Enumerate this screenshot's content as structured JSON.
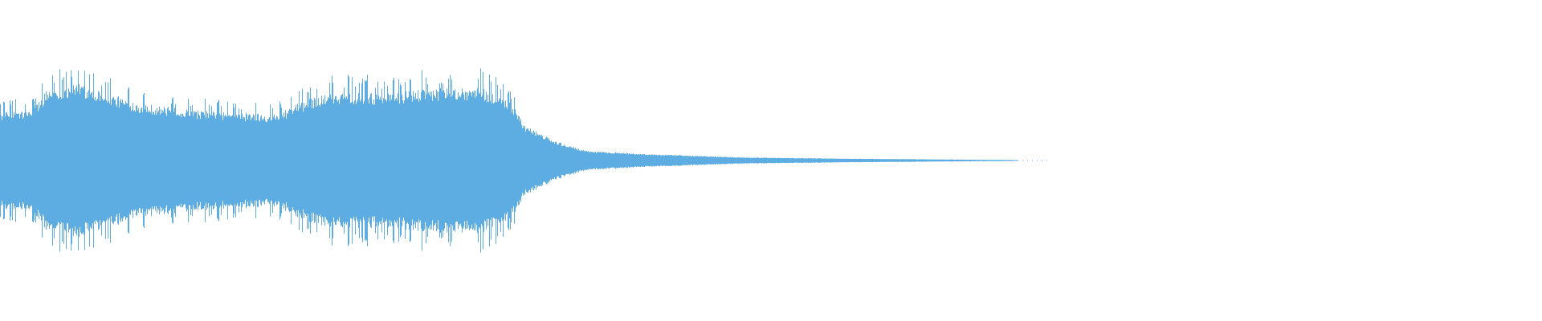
{
  "waveform": {
    "color": "#5DADE2",
    "background": "#FFFFFF",
    "active_fraction": 0.66,
    "amplitude_profile": [
      {
        "t": 0.0,
        "a": 0.3
      },
      {
        "t": 0.02,
        "a": 0.31
      },
      {
        "t": 0.03,
        "a": 0.44
      },
      {
        "t": 0.05,
        "a": 0.48
      },
      {
        "t": 0.07,
        "a": 0.42
      },
      {
        "t": 0.09,
        "a": 0.36
      },
      {
        "t": 0.12,
        "a": 0.32
      },
      {
        "t": 0.15,
        "a": 0.3
      },
      {
        "t": 0.18,
        "a": 0.29
      },
      {
        "t": 0.2,
        "a": 0.39
      },
      {
        "t": 0.22,
        "a": 0.43
      },
      {
        "t": 0.25,
        "a": 0.42
      },
      {
        "t": 0.28,
        "a": 0.45
      },
      {
        "t": 0.31,
        "a": 0.46
      },
      {
        "t": 0.33,
        "a": 0.38
      },
      {
        "t": 0.34,
        "a": 0.22
      },
      {
        "t": 0.36,
        "a": 0.12
      },
      {
        "t": 0.38,
        "a": 0.06
      },
      {
        "t": 0.42,
        "a": 0.04
      },
      {
        "t": 0.48,
        "a": 0.02
      },
      {
        "t": 0.55,
        "a": 0.012
      },
      {
        "t": 0.62,
        "a": 0.006
      },
      {
        "t": 0.66,
        "a": 0.003
      },
      {
        "t": 1.0,
        "a": 0.0
      }
    ]
  }
}
